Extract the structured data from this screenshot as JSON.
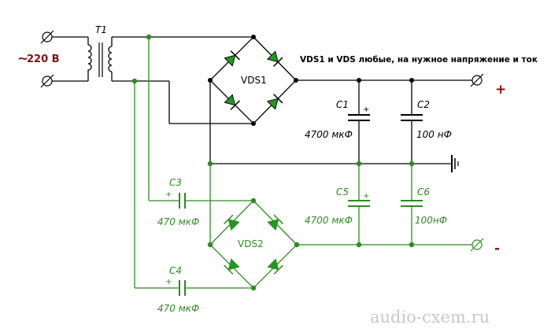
{
  "transformer": {
    "label": "T1"
  },
  "input": {
    "voltage": "220 В",
    "tilde": "~"
  },
  "bridges": {
    "vds1": "VDS1",
    "vds2": "VDS2"
  },
  "note": "VDS1 и VDS любые, на нужное напряжение и ток",
  "capacitors": {
    "c1": {
      "label": "C1",
      "value": "4700 мкФ",
      "plus": "+"
    },
    "c2": {
      "label": "C2",
      "value": "100 нФ"
    },
    "c3": {
      "label": "C3",
      "value": "470 мкФ",
      "plus": "+"
    },
    "c4": {
      "label": "C4",
      "value": "470 мкФ",
      "plus": "+"
    },
    "c5": {
      "label": "C5",
      "value": "4700 мкФ",
      "plus": "+"
    },
    "c6": {
      "label": "C6",
      "value": "100нФ"
    }
  },
  "output": {
    "positive": "+",
    "negative": "-"
  },
  "watermark": "audio-cxem.ru",
  "colors": {
    "black": "#000000",
    "green": "#2e8b22",
    "dark_red": "#7a1418",
    "diode_fill": "#1f9a1f",
    "watermark": "#c8c8c8"
  }
}
